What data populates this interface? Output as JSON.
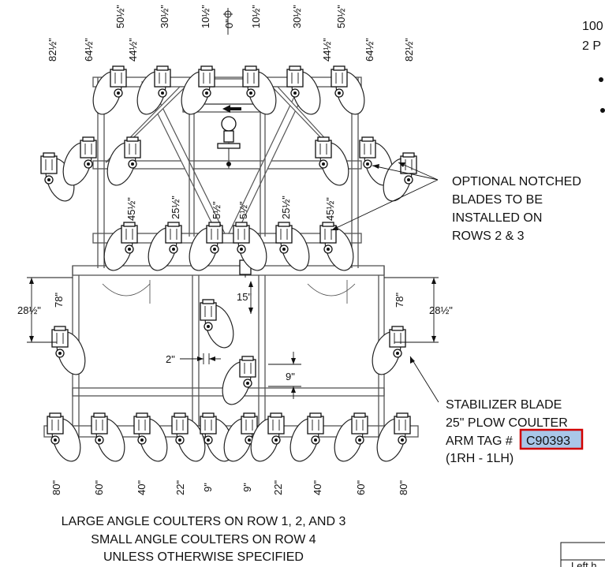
{
  "row1_labels": [
    {
      "name": "row1-82-left",
      "text": "82½\""
    },
    {
      "name": "row1-64-left",
      "text": "64½\""
    },
    {
      "name": "row1-44-left",
      "text": "44½\""
    },
    {
      "name": "row1-50-left",
      "text": "50½\""
    },
    {
      "name": "row1-30-left",
      "text": "30½\""
    },
    {
      "name": "row1-10-left",
      "text": "10½\""
    },
    {
      "name": "row1-centerline",
      "text": "0\""
    },
    {
      "name": "row1-10-right",
      "text": "10½\""
    },
    {
      "name": "row1-30-right",
      "text": "30½\""
    },
    {
      "name": "row1-50-right",
      "text": "50½\""
    },
    {
      "name": "row1-44-right",
      "text": "44½\""
    },
    {
      "name": "row1-64-right",
      "text": "64½\""
    },
    {
      "name": "row1-82-right",
      "text": "82½\""
    }
  ],
  "row3_labels": [
    {
      "name": "row3-45-left",
      "text": "45½\""
    },
    {
      "name": "row3-25-left",
      "text": "25½\""
    },
    {
      "name": "row3-5-left",
      "text": "5½\""
    },
    {
      "name": "row3-5-right",
      "text": "5½\""
    },
    {
      "name": "row3-25-right",
      "text": "25½\""
    },
    {
      "name": "row3-45-right",
      "text": "45½\""
    }
  ],
  "bottom_labels": [
    "80\"",
    "60\"",
    "40\"",
    "22\"",
    "9\"",
    "9\"",
    "22\"",
    "40\"",
    "60\"",
    "80\""
  ],
  "dims": {
    "left_height": "28½\"",
    "right_height": "28½\"",
    "left_stabilizer_offset": "78\"",
    "right_stabilizer_offset": "78\"",
    "center_vertical": "15\"",
    "center_horizontal": "2\"",
    "center_lower": "9\""
  },
  "notes": {
    "notched": [
      "OPTIONAL NOTCHED",
      "BLADES TO BE",
      "INSTALLED ON",
      "ROWS 2 & 3"
    ],
    "stabilizer_lines": [
      "STABILIZER BLADE",
      "25\" PLOW COULTER"
    ],
    "arm_tag_prefix": "ARM TAG #",
    "arm_tag_value": "C90393",
    "arm_tag_suffix": "(1RH - 1LH)"
  },
  "footer": [
    "LARGE ANGLE COULTERS ON ROW 1, 2, AND 3",
    "SMALL ANGLE COULTERS ON ROW 4",
    "UNLESS OTHERWISE SPECIFIED"
  ],
  "corner_text": {
    "line1": "100",
    "line2": "2 P",
    "box_text": "Left h"
  },
  "colors": {
    "highlight_fill": "#a9c7e8",
    "highlight_border": "#d10000",
    "line": "#111111",
    "frame": "#555555"
  }
}
